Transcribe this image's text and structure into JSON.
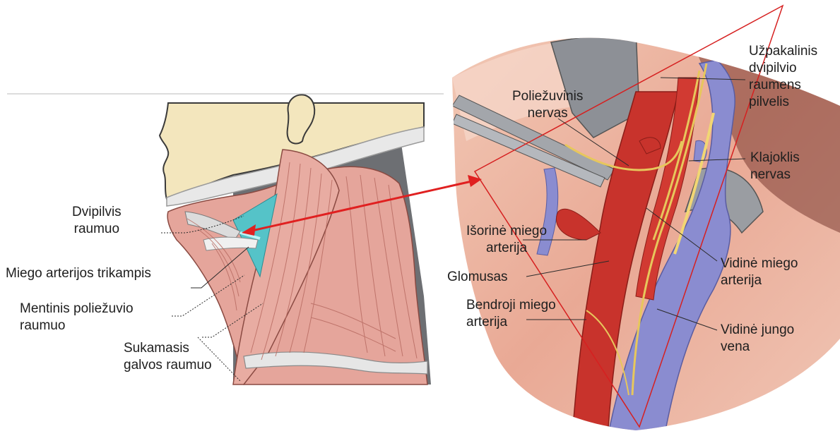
{
  "labels": {
    "dvipilvis": [
      "Dvipilvis",
      "raumuo"
    ],
    "miego_trikampis": [
      "Miego arterijos trikampis"
    ],
    "mentinis": [
      "Mentinis poliežuvio",
      "raumuo"
    ],
    "sukamasis": [
      "Sukamasis",
      "galvos raumuo"
    ],
    "poliezuvinis": [
      "Poliežuvinis",
      "nervas"
    ],
    "uzpakalinis": [
      "Užpakalinis",
      "dvipilvio",
      "raumens",
      "pilvelis"
    ],
    "klajoklis": [
      "Klajoklis",
      "nervas"
    ],
    "isorine": [
      "Išorinė miego",
      "arterija"
    ],
    "glomusas": [
      "Glomusas"
    ],
    "bendroji": [
      "Bendroji miego",
      "arterija"
    ],
    "vidine_miego": [
      "Vidinė miego",
      "arterija"
    ],
    "vidine_jungo": [
      "Vidinė jungo",
      "vena"
    ]
  },
  "colors": {
    "muscle": "#e5a59b",
    "muscle_line": "#b86b62",
    "skin": "#f3e6bd",
    "triangle": "#55c3c8",
    "artery": "#c8332c",
    "vein": "#8a8cd0",
    "nerve": "#e7c75c",
    "arrow": "#e02020",
    "outline": "#d62020"
  }
}
